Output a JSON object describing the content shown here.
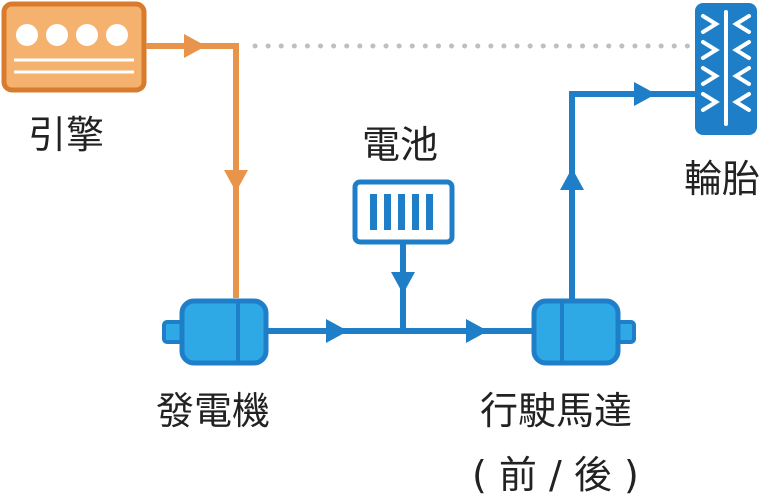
{
  "labels": {
    "engine": "引擎",
    "battery": "電池",
    "tire": "輪胎",
    "generator": "發電機",
    "drive_motor": "行駛馬達",
    "drive_motor_sub": "( 前 / 後 )"
  },
  "colors": {
    "orange": "#E8944A",
    "orange_dark": "#D97B2C",
    "blue": "#1E7FC8",
    "blue_fill": "#2FA8E6",
    "dotted": "#BFBFBF",
    "text": "#222222"
  },
  "icons": {
    "engine": "engine-icon",
    "battery": "battery-icon",
    "tire": "tire-icon",
    "generator": "generator-icon",
    "drive_motor": "motor-icon"
  }
}
